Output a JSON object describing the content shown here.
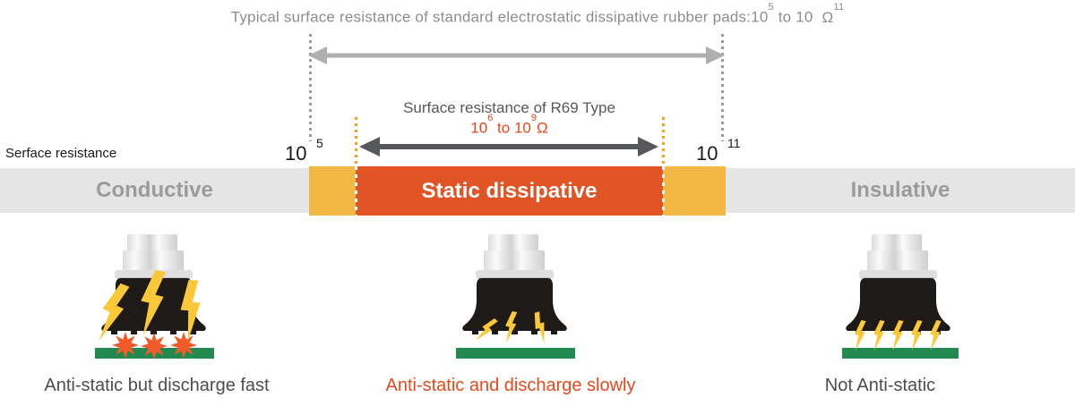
{
  "header": {
    "text_before_sup": "Typical surface resistance of standard electrostatic dissipative rubber pads:10",
    "sup1": "5",
    "text_mid": " to 10",
    "omega": "Ω",
    "sup2": "11"
  },
  "r69": {
    "title": "Surface resistance of R69 Type",
    "range": {
      "base1": "10",
      "sup1": "6",
      "mid": " to 10",
      "sup2": "9",
      "unit": "Ω"
    }
  },
  "axis": {
    "label": "Serface resistance",
    "tick_left": {
      "base": "10",
      "sup": "5"
    },
    "tick_right": {
      "base": "10",
      "sup": "11"
    }
  },
  "bar": {
    "zones": [
      {
        "label": "Conductive"
      },
      {
        "label": "Static dissipative"
      },
      {
        "label": "Insulative"
      }
    ]
  },
  "figures": [
    {
      "icon": "pad-discharge-fast-icon",
      "caption": "Anti-static but discharge fast"
    },
    {
      "icon": "pad-discharge-slow-icon",
      "caption": "Anti-static and discharge slowly"
    },
    {
      "icon": "pad-no-discharge-icon",
      "caption": "Not Anti-static"
    }
  ],
  "colors": {
    "title_gray": "#8D8D8D",
    "arrow_light_gray": "#AFAFAF",
    "arrow_dark_gray": "#57585B",
    "red_accent": "#E8481C",
    "bar_gray": "#E5E5E5",
    "bar_yellow": "#F3B843",
    "bar_red": "#E15426",
    "zone_text_gray": "#9B9B9B",
    "board_green": "#22894F",
    "bolt_yellow": "#FCC838",
    "burst_orange": "#F15A29"
  }
}
